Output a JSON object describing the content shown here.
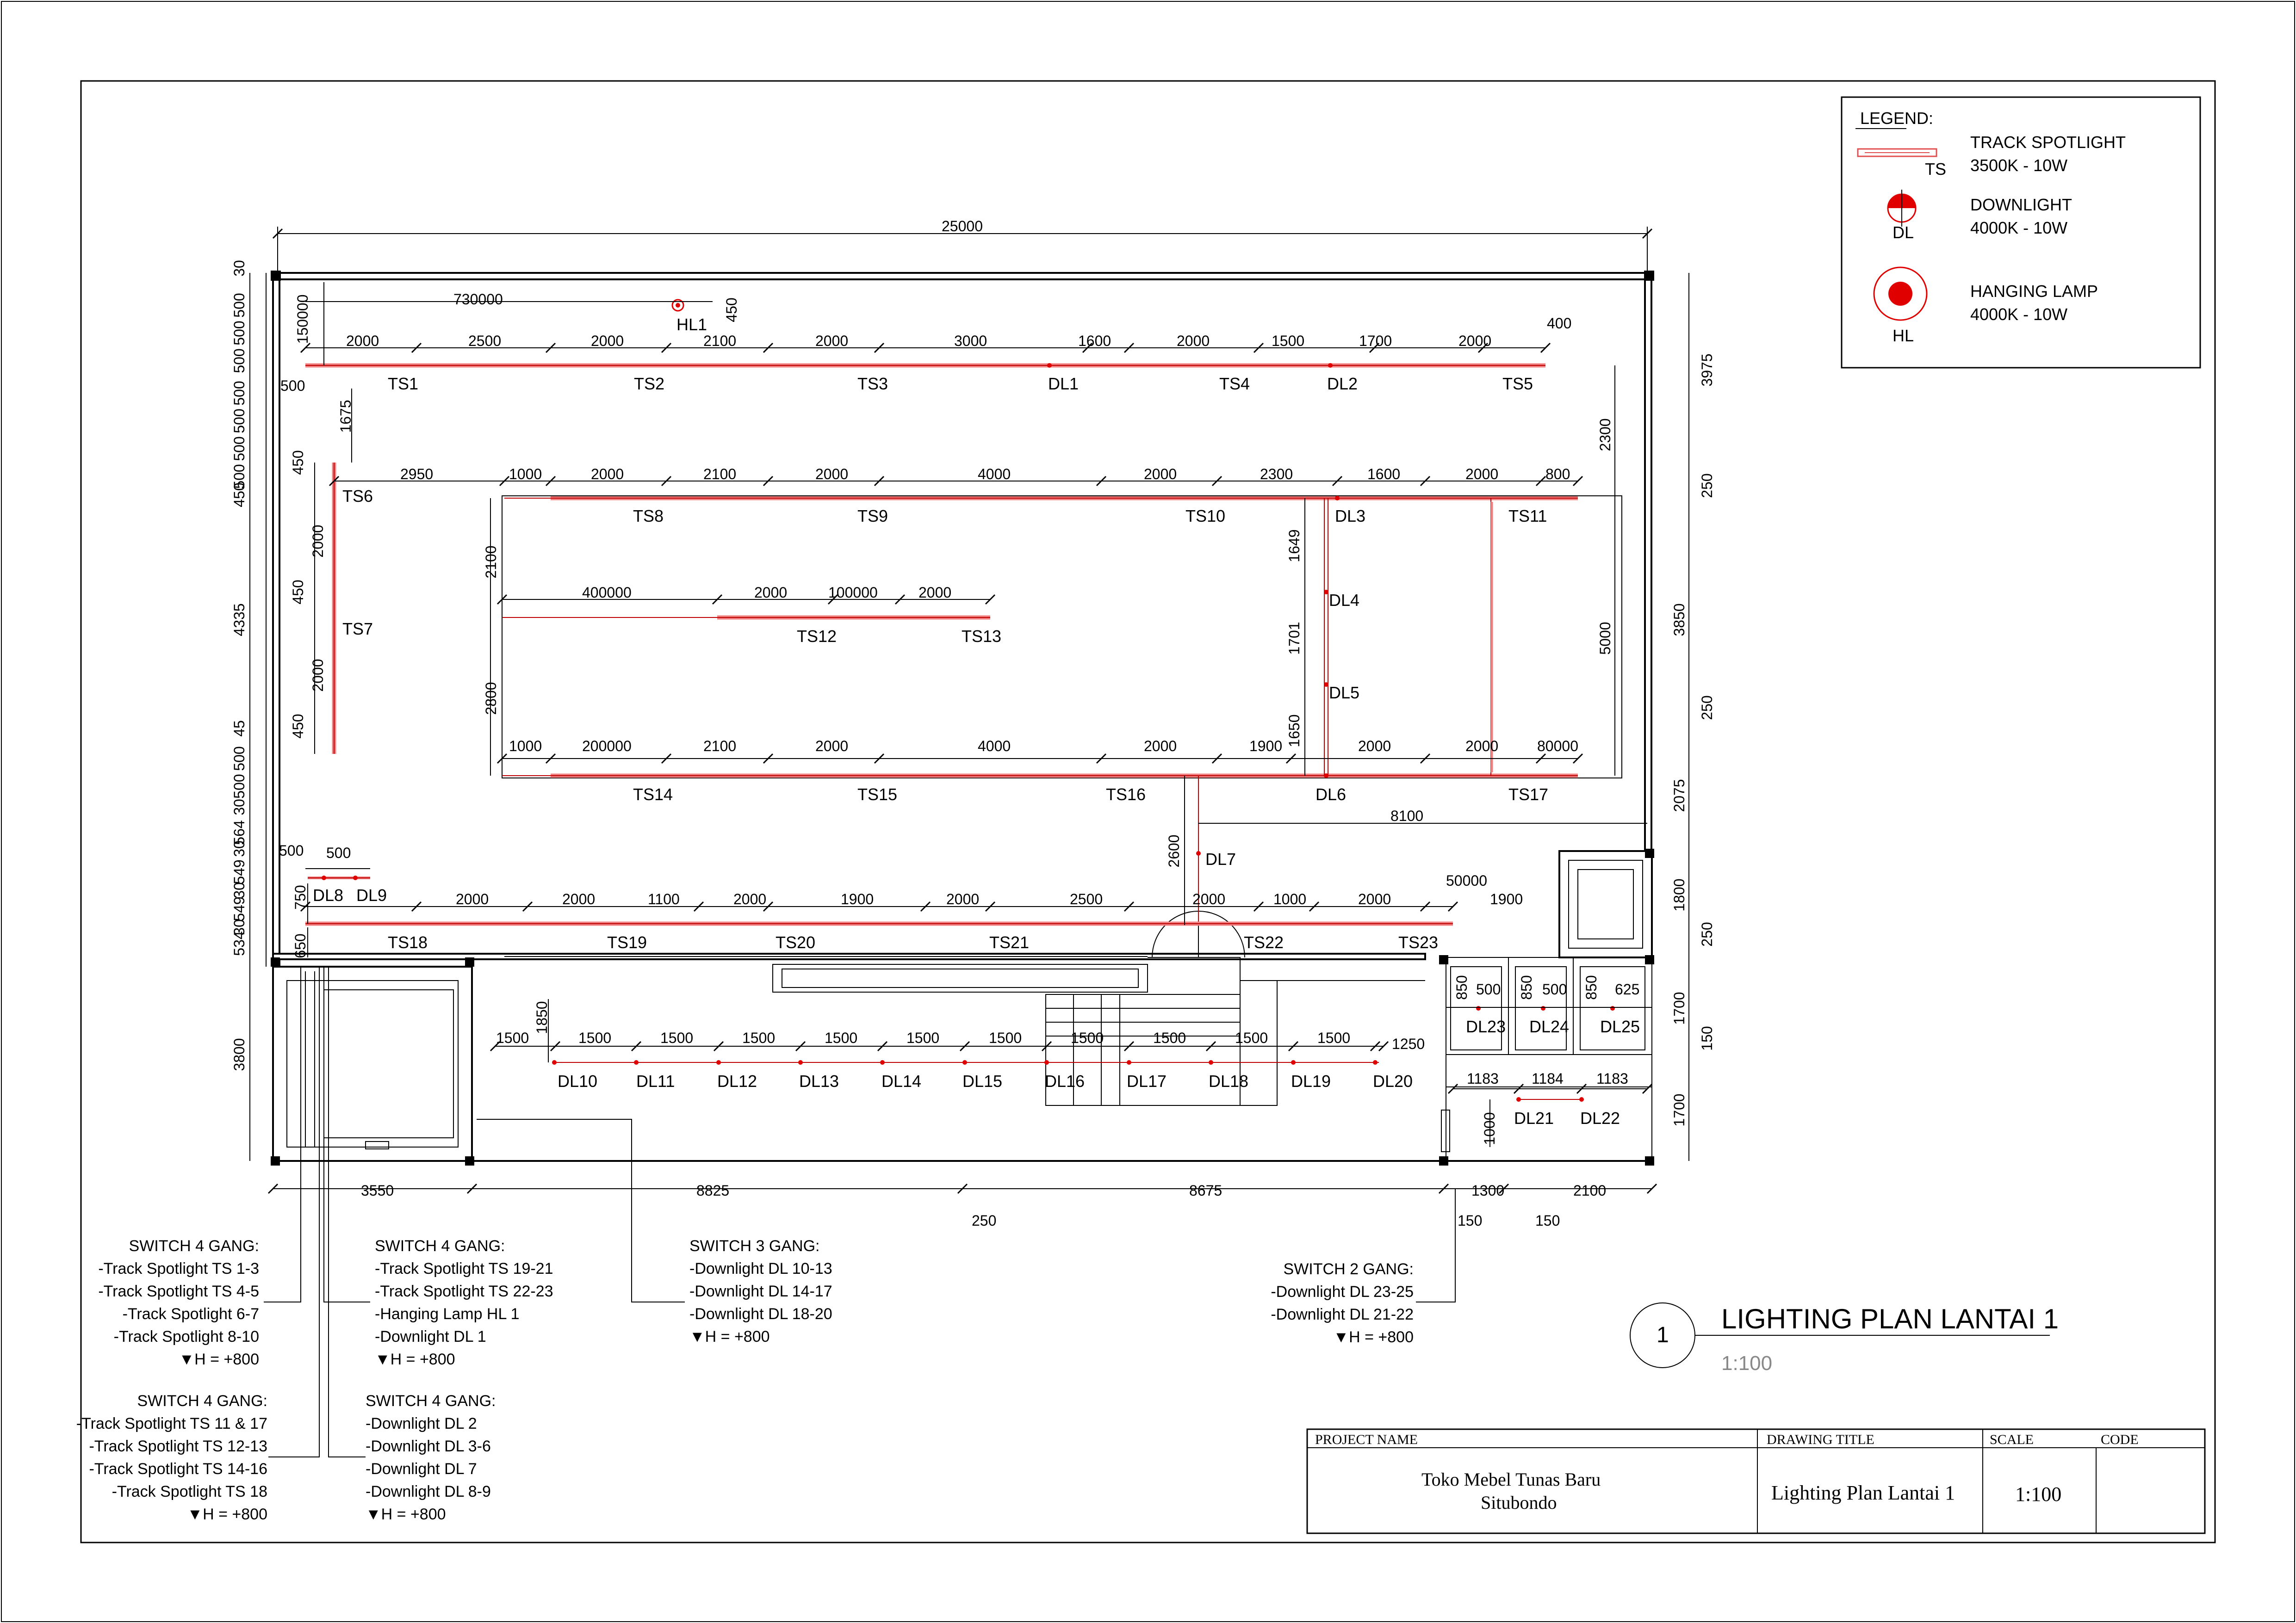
{
  "legend": {
    "title": "LEGEND:",
    "items": [
      {
        "code": "TS",
        "name": "TRACK SPOTLIGHT",
        "spec": "3500K - 10W"
      },
      {
        "code": "DL",
        "name": "DOWNLIGHT",
        "spec": "4000K - 10W"
      },
      {
        "code": "HL",
        "name": "HANGING LAMP",
        "spec": "4000K - 10W"
      }
    ]
  },
  "colors": {
    "track": "#f08080",
    "fixture": "#e00000",
    "line": "#000000"
  },
  "drawing": {
    "number": "1",
    "title": "LIGHTING PLAN LANTAI 1",
    "scale": "1:100"
  },
  "title_block": {
    "project_label": "PROJECT NAME",
    "project_name": "Toko Mebel Tunas Baru",
    "project_location": "Situbondo",
    "drawing_title_label": "DRAWING TITLE",
    "drawing_title": "Lighting Plan Lantai 1",
    "scale_label": "SCALE",
    "code_label": "CODE",
    "scale": "1:100"
  },
  "fixtures": {
    "ts": [
      "TS1",
      "TS2",
      "TS3",
      "TS4",
      "TS5",
      "TS6",
      "TS7",
      "TS8",
      "TS9",
      "TS10",
      "TS11",
      "TS12",
      "TS13",
      "TS14",
      "TS15",
      "TS16",
      "TS17",
      "TS18",
      "TS19",
      "TS20",
      "TS21",
      "TS22",
      "TS23"
    ],
    "dl": [
      "DL1",
      "DL2",
      "DL3",
      "DL4",
      "DL5",
      "DL6",
      "DL7",
      "DL8",
      "DL9",
      "DL10",
      "DL11",
      "DL12",
      "DL13",
      "DL14",
      "DL15",
      "DL16",
      "DL17",
      "DL18",
      "DL19",
      "DL20",
      "DL21",
      "DL22",
      "DL23",
      "DL24",
      "DL25"
    ],
    "hl": [
      "HL1"
    ]
  },
  "dimensions": {
    "top_overall": "25000",
    "row1": [
      "2000",
      "2500",
      "2000",
      "2100",
      "2000",
      "3000",
      "1600",
      "2000",
      "1500",
      "1700",
      "2000"
    ],
    "row1_misc": {
      "hl_dist": "730000",
      "hl_off": "450",
      "left_top": "150000",
      "end": "400",
      "left_mid": "1675",
      "left_500": "500"
    },
    "row2": [
      "2950",
      "1000",
      "2000",
      "2100",
      "2000",
      "4000",
      "2000",
      "2300",
      "1600",
      "2000",
      "800"
    ],
    "row3": [
      "400000",
      "2000",
      "100000",
      "2000"
    ],
    "row4": [
      "1000",
      "200000",
      "2100",
      "2000",
      "4000",
      "2000",
      "1900",
      "2000",
      "2000",
      "80000"
    ],
    "row5": [
      "2000",
      "2000",
      "1100",
      "2000",
      "1900",
      "2000",
      "2500",
      "2000",
      "1000",
      "2000",
      "1900"
    ],
    "row5_misc": {
      "left": "500",
      "dl8": "500",
      "v750": "750",
      "v650": "650",
      "right": "50000"
    },
    "row6": [
      "1500",
      "1500",
      "1500",
      "1500",
      "1500",
      "1500",
      "1500",
      "1500",
      "1500",
      "1500",
      "1500",
      "1250"
    ],
    "row6_misc": {
      "v1850": "1850"
    },
    "small_rooms": [
      "850",
      "500",
      "850",
      "500",
      "850",
      "625"
    ],
    "dl21": [
      "1183",
      "1184",
      "1183"
    ],
    "dl21_v": "1000",
    "vertical_inner": {
      "v2100": "2100",
      "v2800": "2800",
      "v1649": "1649",
      "v1701": "1701",
      "v1650": "1650",
      "v5000": "5000",
      "v2300": "2300",
      "v2600": "2600",
      "v8100": "8100",
      "v2000a": "2000",
      "v2000b": "2000",
      "v450a": "450",
      "v450b": "450",
      "v450c": "450"
    },
    "right": [
      "3975",
      "250",
      "3850",
      "250",
      "2075",
      "1800",
      "250",
      "1700",
      "150",
      "1700"
    ],
    "left": [
      "30",
      "500",
      "500",
      "500",
      "500",
      "500",
      "500",
      "500",
      "450",
      "4335",
      "45",
      "500",
      "500",
      "30",
      "564",
      "30",
      "549",
      "30",
      "549",
      "30",
      "534",
      "3800",
      "450"
    ],
    "bottom": [
      "3550",
      "8825",
      "8675",
      "1300",
      "2100"
    ],
    "bottom_small": [
      "250",
      "150",
      "150"
    ]
  },
  "switches": [
    {
      "title": "SWITCH 4 GANG:",
      "lines": [
        "-Track Spotlight TS 1-3",
        "-Track Spotlight TS 4-5",
        "-Track Spotlight 6-7",
        "-Track Spotlight 8-10"
      ],
      "height": "H = +800"
    },
    {
      "title": "SWITCH 4 GANG:",
      "lines": [
        "-Track Spotlight TS 19-21",
        "-Track Spotlight TS 22-23",
        "-Hanging Lamp HL 1",
        "-Downlight DL 1"
      ],
      "height": "H = +800"
    },
    {
      "title": "SWITCH 3 GANG:",
      "lines": [
        "-Downlight DL 10-13",
        "-Downlight DL 14-17",
        "-Downlight DL 18-20"
      ],
      "height": "H = +800"
    },
    {
      "title": "SWITCH 2 GANG:",
      "lines": [
        "-Downlight DL 23-25",
        "-Downlight DL 21-22"
      ],
      "height": "H = +800"
    },
    {
      "title": "SWITCH 4 GANG:",
      "lines": [
        "-Track Spotlight TS 11 & 17",
        "-Track Spotlight TS 12-13",
        "-Track Spotlight TS 14-16",
        "-Track Spotlight TS 18"
      ],
      "height": "H = +800"
    },
    {
      "title": "SWITCH 4 GANG:",
      "lines": [
        "-Downlight DL 2",
        "-Downlight DL 3-6",
        "-Downlight DL 7",
        "-Downlight DL 8-9"
      ],
      "height": "H = +800"
    }
  ]
}
